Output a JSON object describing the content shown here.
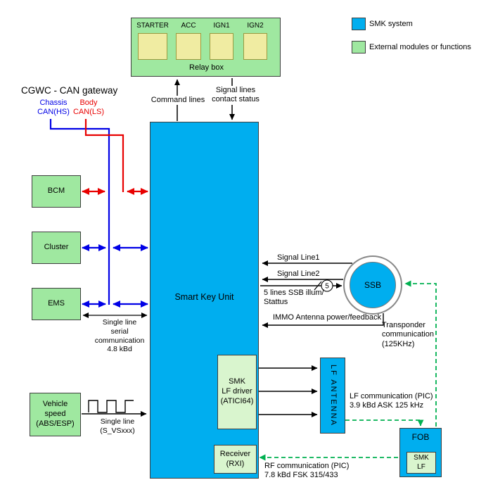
{
  "colors": {
    "smk_cyan": "#00AEEF",
    "module_green": "#9FE8A0",
    "inner_pale_green": "#D9F5CE",
    "relay_yellow": "#F0ECA2",
    "chassis_can_blue": "#0000E6",
    "body_can_red": "#E80000",
    "wireless_green": "#00B050",
    "line_black": "#000000"
  },
  "legend": {
    "items": [
      {
        "label": "SMK system",
        "color": "#00AEEF"
      },
      {
        "label": "External modules or functions",
        "color": "#9FE8A0"
      }
    ]
  },
  "relay_box": {
    "label": "Relay box",
    "relays": [
      "STARTER",
      "ACC",
      "IGN1",
      "IGN2"
    ]
  },
  "gateway": {
    "title": "CGWC - CAN gateway",
    "chassis_label": "Chassis\nCAN(HS)",
    "body_label": "Body\nCAN(LS)"
  },
  "modules": {
    "bcm": "BCM",
    "cluster": "Cluster",
    "ems": "EMS",
    "vehicle_speed": "Vehicle\nspeed\n(ABS/ESP)"
  },
  "smart_key_unit": {
    "label": "Smart Key Unit",
    "lf_driver": "SMK\nLF driver\n(ATICI64)",
    "receiver": "Receiver\n(RXI)"
  },
  "right_side": {
    "lf_antenna": "LF ANTENNA",
    "ssb": "SSB",
    "fob": "FOB",
    "fob_inner": "SMK\nLF"
  },
  "connections": {
    "command_lines": "Command lines",
    "signal_lines": "Signal lines\ncontact status",
    "signal_line1": "Signal Line1",
    "signal_line2": "Signal Line2",
    "ssb_lines_count": "5",
    "ssb_illum": "5 lines SSB illum/\nStattus",
    "immo": "IMMO Antenna power/feedback",
    "transponder": "Transponder\ncommunication\n(125KHz)",
    "lf_comm": "LF communication (PIC)\n3.9 kBd ASK 125 kHz",
    "rf_comm": "RF communication (PIC)\n7.8 kBd FSK 315/433",
    "serial": "Single line\nserial\ncommunication\n4.8 kBd",
    "vehicle_speed_line": "Single line\n(S_VSxxx)"
  }
}
